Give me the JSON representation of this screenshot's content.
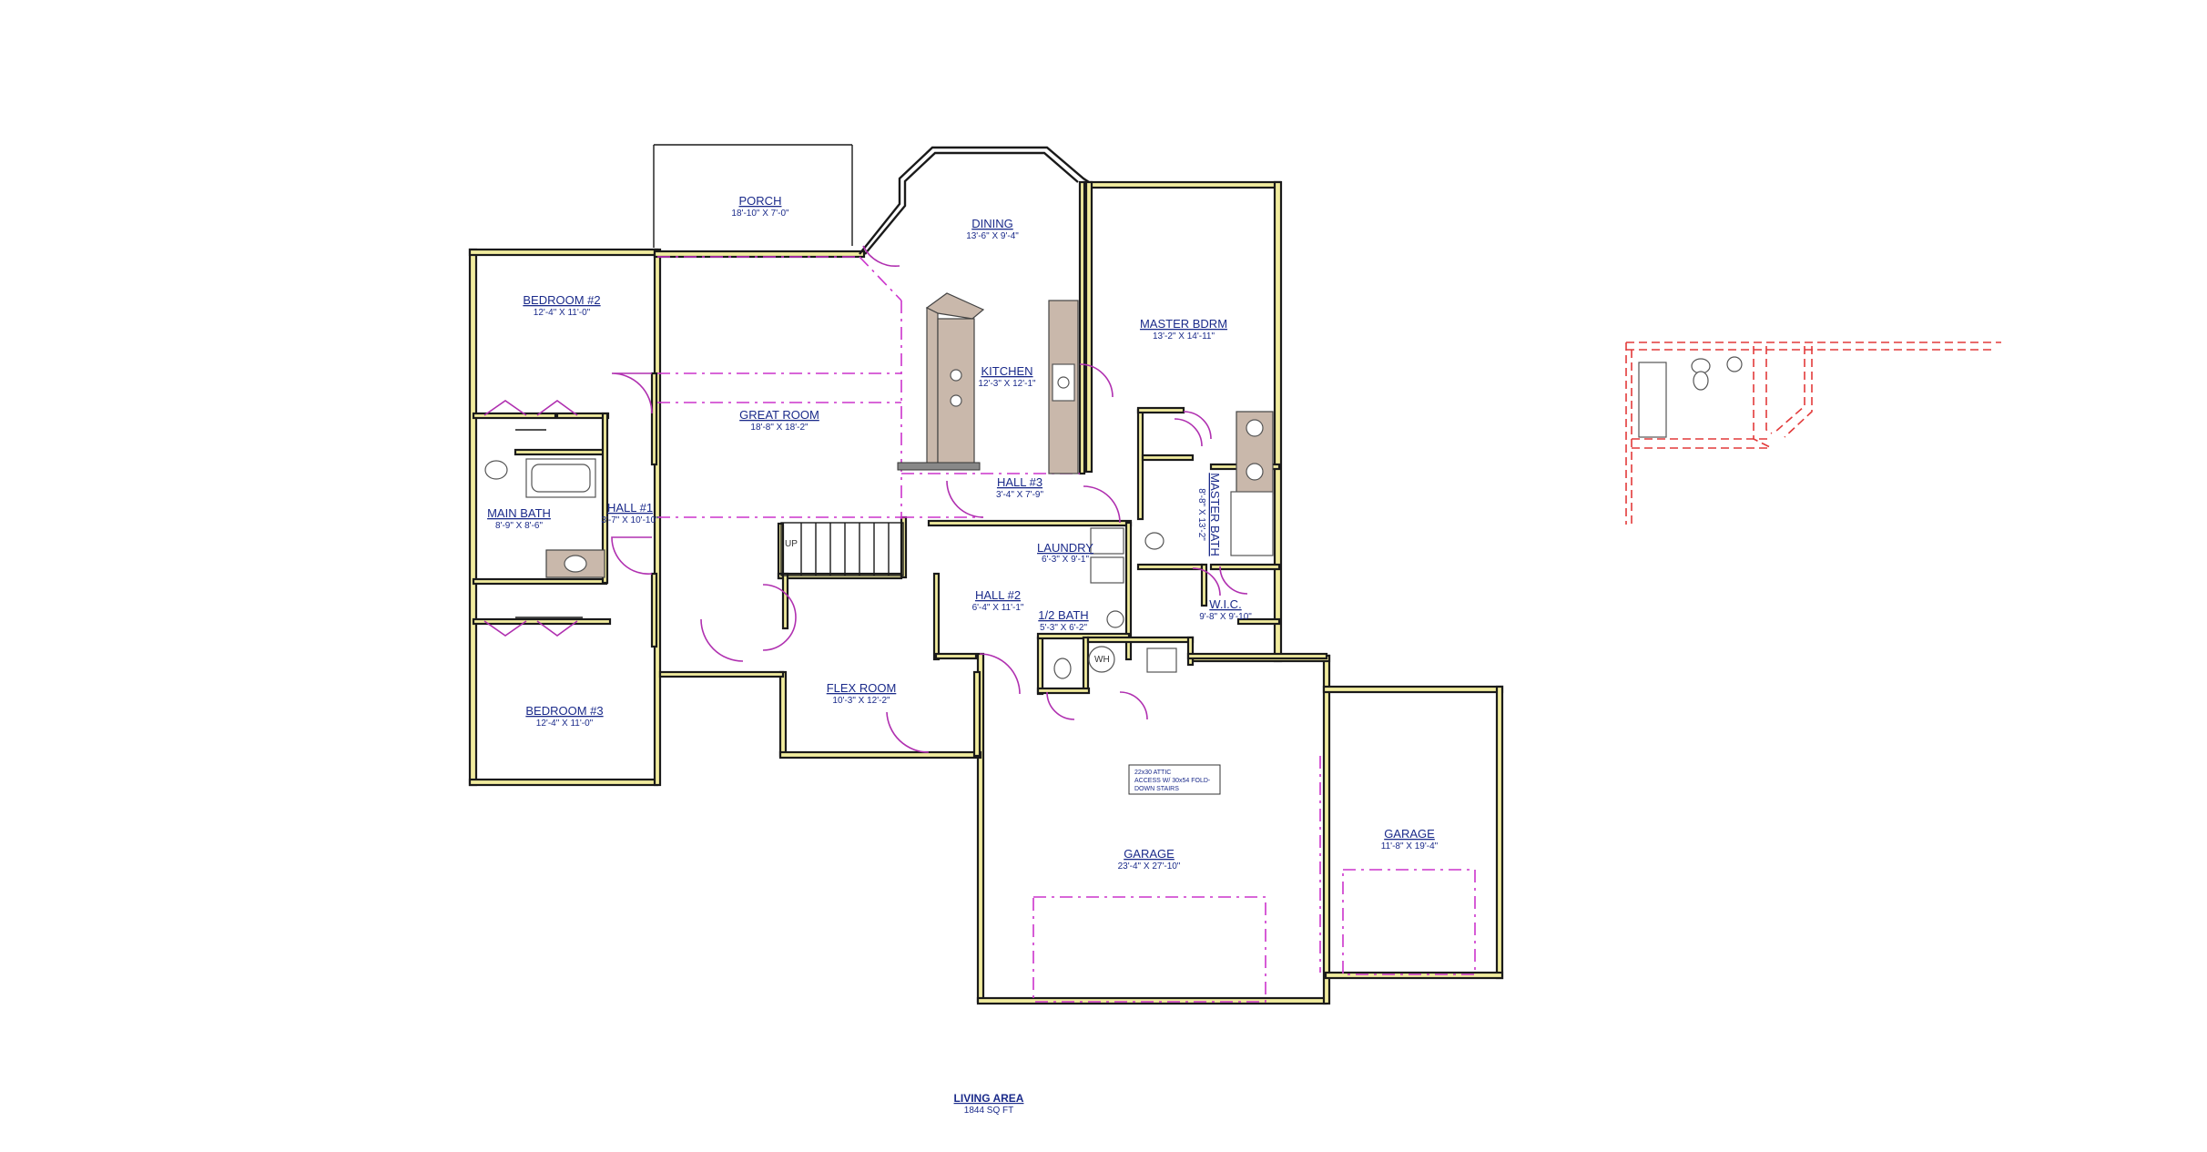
{
  "rooms": {
    "porch": {
      "name": "PORCH",
      "dims": "18'-10\" X 7'-0\""
    },
    "dining": {
      "name": "DINING",
      "dims": "13'-6\" X 9'-4\""
    },
    "master_bdrm": {
      "name": "MASTER BDRM",
      "dims": "13'-2\" X 14'-11\""
    },
    "bedroom2": {
      "name": "BEDROOM #2",
      "dims": "12'-4\" X 11'-0\""
    },
    "kitchen": {
      "name": "KITCHEN",
      "dims": "12'-3\" X 12'-1\""
    },
    "great_room": {
      "name": "GREAT ROOM",
      "dims": "18'-8\" X 18'-2\""
    },
    "main_bath": {
      "name": "MAIN BATH",
      "dims": "8'-9\" X 8'-6\""
    },
    "hall1": {
      "name": "HALL #1",
      "dims": "3'-7\" X 10'-10\""
    },
    "hall3": {
      "name": "HALL #3",
      "dims": "3'-4\" X 7'-9\""
    },
    "master_bath": {
      "name": "MASTER BATH",
      "dims": "8'-8\" X 13'-2\""
    },
    "laundry": {
      "name": "LAUNDRY",
      "dims": "6'-3\" X 9'-1\""
    },
    "hall2": {
      "name": "HALL #2",
      "dims": "6'-4\" X 11'-1\""
    },
    "half_bath": {
      "name": "1/2 BATH",
      "dims": "5'-3\" X 6'-2\""
    },
    "wic": {
      "name": "W.I.C.",
      "dims": "9'-8\" X 9'-10\""
    },
    "bedroom3": {
      "name": "BEDROOM #3",
      "dims": "12'-4\" X 11'-0\""
    },
    "flex_room": {
      "name": "FLEX ROOM",
      "dims": "10'-3\" X 12'-2\""
    },
    "garage_main": {
      "name": "GARAGE",
      "dims": "23'-4\" X 27'-10\""
    },
    "garage_side": {
      "name": "GARAGE",
      "dims": "11'-8\" X 19'-4\""
    }
  },
  "labels": {
    "up": "UP",
    "wh": "WH",
    "attic_note": [
      "22x30 ATTIC",
      "ACCESS W/ 30x54 FOLD-",
      "DOWN STAIRS"
    ]
  },
  "living_area": {
    "title": "LIVING AREA",
    "value": "1844 SQ FT"
  },
  "colors": {
    "wall_fill": "#f1ec9e",
    "wall_stroke": "#1a1a1a",
    "label_blue": "#1a2a8a",
    "dash_magenta": "#cc33cc",
    "door_purple": "#b030b0",
    "red_dash": "#e23a3a"
  }
}
